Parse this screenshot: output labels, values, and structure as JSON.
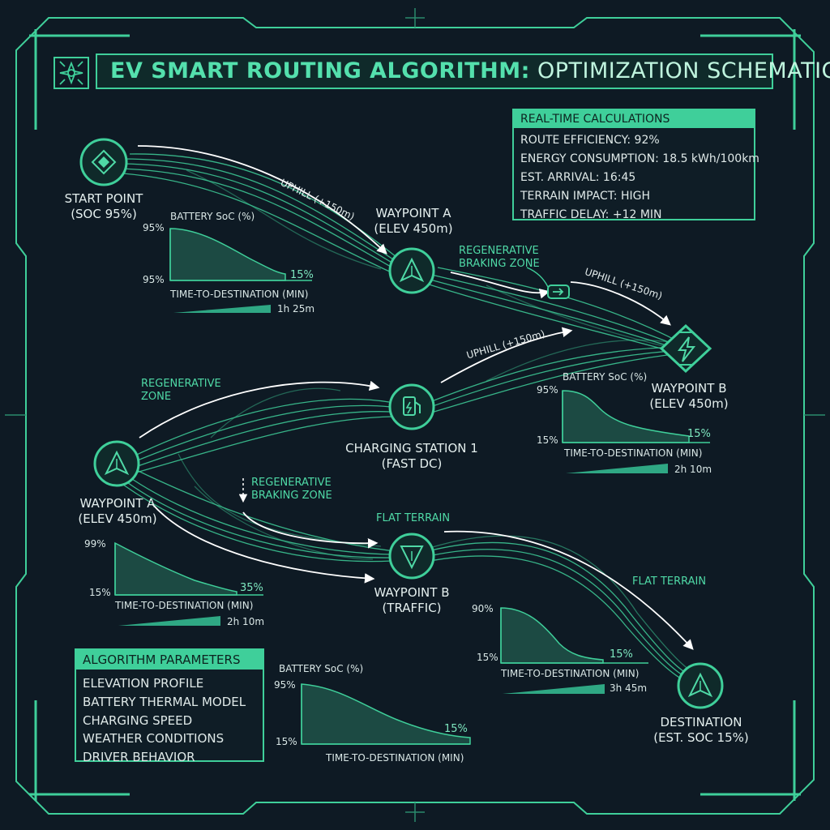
{
  "title": {
    "part1": "EV SMART ROUTING ALGORITHM:",
    "part2": "OPTIMIZATION SCHEMATIC"
  },
  "colors": {
    "accent": "#3fcf9a",
    "bright": "#4fd9a6",
    "background": "#0e1a24",
    "text": "#d9e7e6"
  },
  "icons": [
    "target-diamond-icon",
    "navigation-triangle-icon",
    "ev-charger-icon",
    "lightning-icon",
    "down-triangle-icon",
    "battery-arrow-icon"
  ],
  "nodes": {
    "start": {
      "line1": "START POINT",
      "line2": "(SOC 95%)"
    },
    "waypoint_a_top": {
      "line1": "WAYPOINT A",
      "line2": "(ELEV 450m)"
    },
    "waypoint_b_right": {
      "line1": "WAYPOINT B",
      "line2": "(ELEV 450m)"
    },
    "charging": {
      "line1": "CHARGING STATION 1",
      "line2": "(FAST DC)"
    },
    "waypoint_a_left": {
      "line1": "WAYPOINT A",
      "line2": "(ELEV 450m)"
    },
    "waypoint_b_traffic": {
      "line1": "WAYPOINT B",
      "line2": "(TRAFFIC)"
    },
    "destination": {
      "line1": "DESTINATION",
      "line2": "(EST. SOC 15%)"
    }
  },
  "route_labels": {
    "uphill1": "UPHILL (+150m)",
    "regen1_line1": "REGENERATIVE",
    "regen1_line2": "BRAKING ZONE",
    "uphill2": "UPHILL (+150m)",
    "uphill3": "UPHILL (+150m)",
    "regen2_line1": "REGENERATIVE",
    "regen2_line2": "ZONE",
    "regen3_line1": "REGENERATIVE",
    "regen3_line2": "BRAKING ZONE",
    "flat1": "FLAT TERRAIN",
    "flat2": "FLAT TERRAIN"
  },
  "realtime": {
    "header": "REAL-TIME CALCULATIONS",
    "rows": [
      "ROUTE EFFICIENCY: 92%",
      "ENERGY CONSUMPTION: 18.5 kWh/100km",
      "EST. ARRIVAL: 16:45",
      "TERRAIN IMPACT: HIGH",
      "TRAFFIC DELAY: +12 MIN"
    ]
  },
  "params": {
    "header": "ALGORITHM PARAMETERS",
    "rows": [
      "ELEVATION PROFILE",
      "BATTERY THERMAL MODEL",
      "CHARGING SPEED",
      "WEATHER CONDITIONS",
      "DRIVER BEHAVIOR"
    ]
  },
  "mini_charts": {
    "c1": {
      "title": "BATTERY SoC (%)",
      "y_top": "95%",
      "y_bottom": "95%",
      "end_value": "15%",
      "ttd_label": "TIME-TO-DESTINATION (MIN)",
      "ttd": "1h 25m"
    },
    "c2": {
      "title": "BATTERY SoC (%)",
      "y_top": "95%",
      "y_bottom": "15%",
      "end_value": "15%",
      "ttd_label": "TIME-TO-DESTINATION (MIN)",
      "ttd": "2h 10m"
    },
    "c3": {
      "y_top": "99%",
      "y_bottom": "15%",
      "end_value": "35%",
      "ttd_label": "TIME-TO-DESTINATION (MIN)",
      "ttd": "2h 10m"
    },
    "c4": {
      "y_top": "90%",
      "y_bottom": "15%",
      "end_value": "15%",
      "ttd_label": "TIME-TO-DESTINATION (MIN)",
      "ttd": "3h 45m"
    },
    "c5": {
      "title": "BATTERY SoC (%)",
      "y_top": "95%",
      "y_bottom": "15%",
      "end_value": "15%",
      "ttd_label": "TIME-TO-DESTINATION (MIN)"
    }
  }
}
